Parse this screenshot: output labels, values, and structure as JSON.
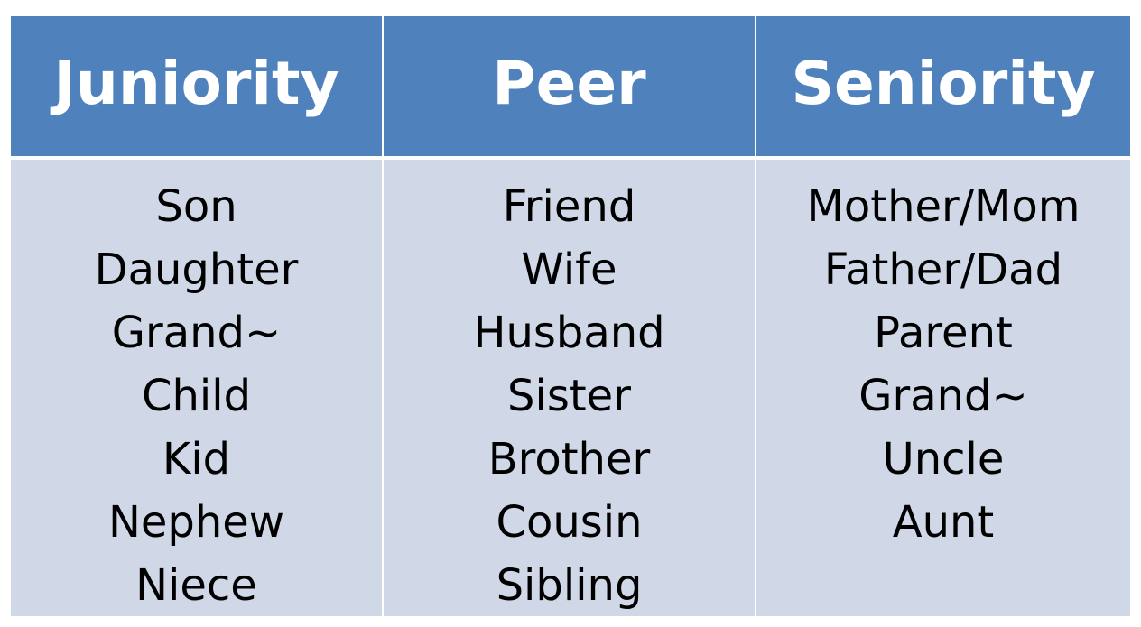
{
  "columns": [
    {
      "header": "Juniority",
      "terms": [
        "Son",
        "Daughter",
        "Grand~",
        "Child",
        "Kid",
        "Nephew",
        "Niece"
      ]
    },
    {
      "header": "Peer",
      "terms": [
        "Friend",
        "Wife",
        "Husband",
        "Sister",
        "Brother",
        "Cousin",
        "Sibling"
      ]
    },
    {
      "header": "Seniority",
      "terms": [
        "Mother/Mom",
        "Father/Dad",
        "Parent",
        "Grand~",
        "Uncle",
        "Aunt"
      ]
    }
  ],
  "colors": {
    "header_bg": "#4f81bd",
    "body_bg": "#d0d8e8",
    "header_text": "#ffffff",
    "body_text": "#000000"
  }
}
